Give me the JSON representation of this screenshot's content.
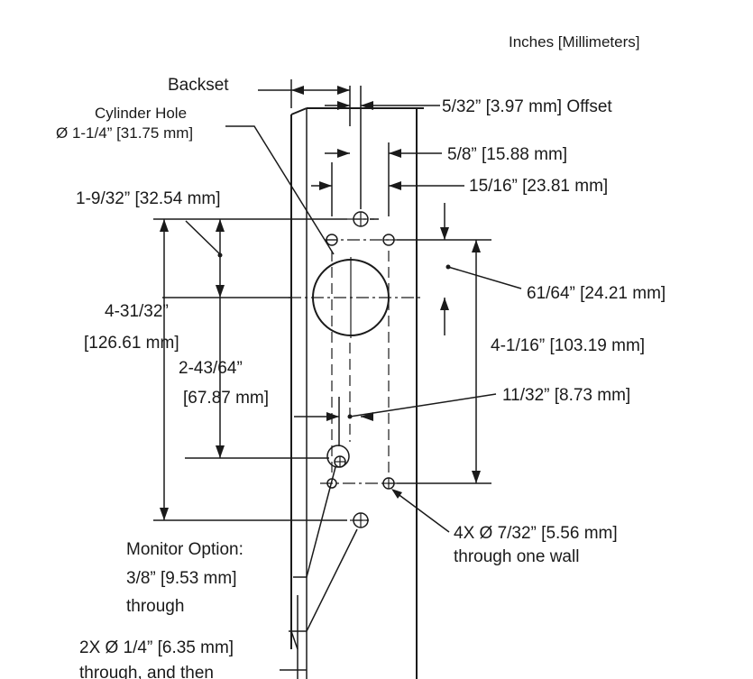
{
  "units_note": "Inches [Millimeters]",
  "labels": {
    "backset": "Backset",
    "cylinder_hole_line1": "Cylinder Hole",
    "cylinder_hole_line2": "Ø 1-1/4” [31.75 mm]",
    "offset": "5/32” [3.97 mm] Offset",
    "dim_5_8": "5/8” [15.88 mm]",
    "dim_15_16": "15/16” [23.81 mm]",
    "dim_1_9_32": "1-9/32” [32.54 mm]",
    "dim_61_64": "61/64” [24.21 mm]",
    "dim_4_31_32_line1": "4-31/32”",
    "dim_4_31_32_line2": "[126.61 mm]",
    "dim_4_1_16": "4-1/16” [103.19 mm]",
    "dim_2_43_64_line1": "2-43/64”",
    "dim_2_43_64_line2": "[67.87 mm]",
    "dim_11_32": "11/32” [8.73 mm]",
    "four_x_line1": "4X Ø 7/32” [5.56 mm]",
    "four_x_line2": "through one wall",
    "monitor_line1": "Monitor Option:",
    "monitor_line2": "3/8” [9.53 mm]",
    "monitor_line3": "through",
    "two_x_line1": "2X Ø 1/4” [6.35 mm]",
    "two_x_line2": "through, and then"
  }
}
